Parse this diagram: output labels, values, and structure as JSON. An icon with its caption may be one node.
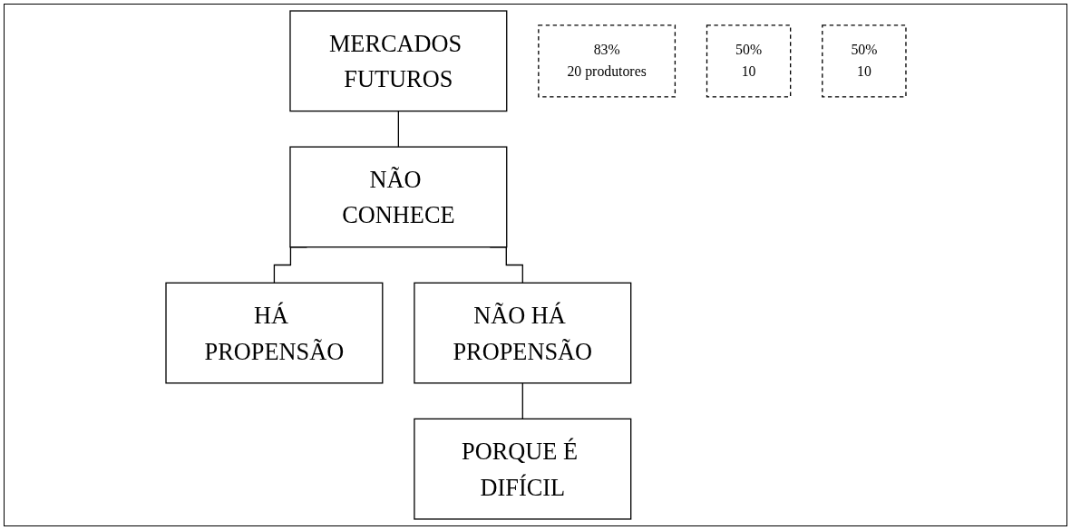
{
  "diagram": {
    "nodes": [
      {
        "text": [
          "MERCADOS FUTUROS"
        ]
      },
      {
        "text": [
          "83%",
          "20 produtores"
        ]
      },
      {
        "text": [
          "NÃO CONHECE"
        ]
      },
      {
        "text": [
          "50%",
          "10"
        ]
      },
      {
        "text": [
          "HÁ PROPENSÃO"
        ]
      },
      {
        "text": [
          "NÃO HÁ PROPENSÃO"
        ]
      },
      {
        "text": [
          "50%",
          "10"
        ]
      },
      {
        "text": [
          "PORQUE É DIFÍCIL"
        ]
      }
    ],
    "edges": [
      {
        "from": 0,
        "to": 2,
        "arrow": "none"
      },
      {
        "from": 2,
        "to": 4,
        "arrow": "none"
      },
      {
        "from": 2,
        "to": 5,
        "arrow": "none"
      },
      {
        "from": 5,
        "to": 7,
        "arrow": "none"
      }
    ]
  }
}
